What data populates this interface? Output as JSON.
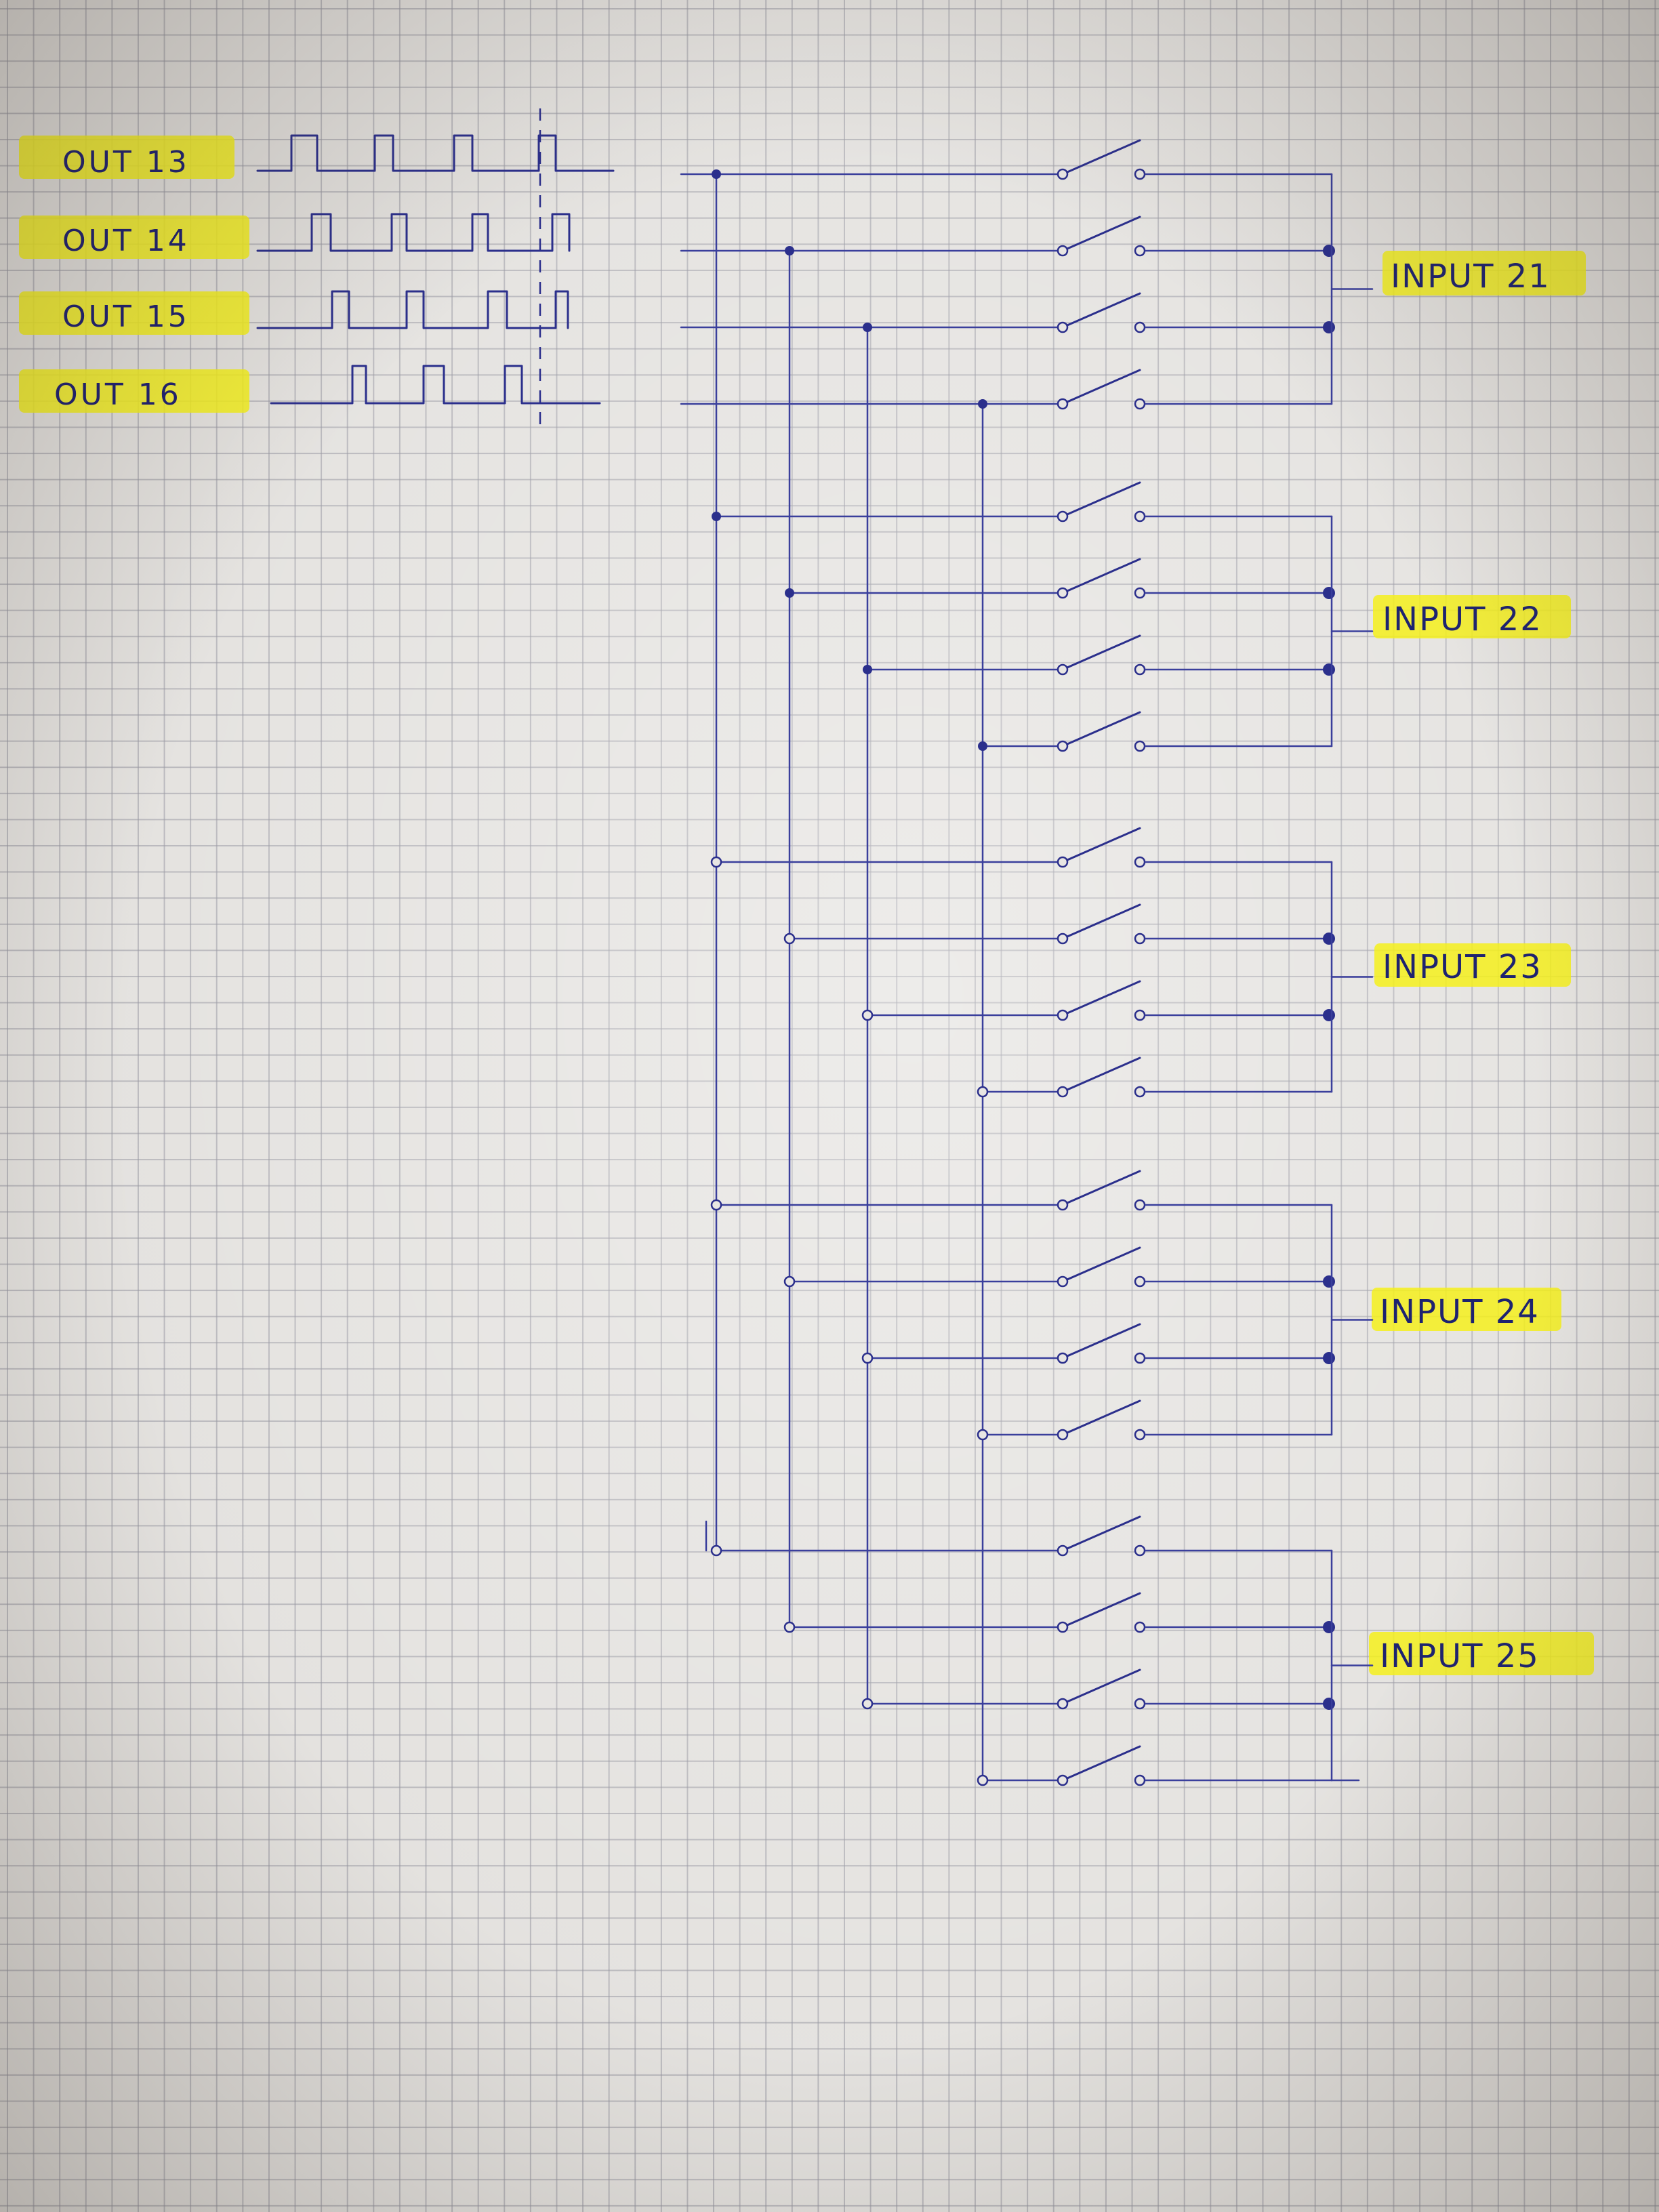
{
  "outputs": [
    {
      "label": "OUT 13"
    },
    {
      "label": "OUT 14"
    },
    {
      "label": "OUT 15"
    },
    {
      "label": "OUT 16"
    }
  ],
  "inputs": [
    {
      "label": "INPUT 21"
    },
    {
      "label": "INPUT 22"
    },
    {
      "label": "INPUT 23"
    },
    {
      "label": "INPUT 24"
    },
    {
      "label": "INPUT 25"
    }
  ],
  "switch_matrix": {
    "rows": 5,
    "switches_per_row": 4
  },
  "colors": {
    "ink": "#2b2f8c",
    "highlight": "#f4f01c",
    "paper": "#e4e2df"
  }
}
